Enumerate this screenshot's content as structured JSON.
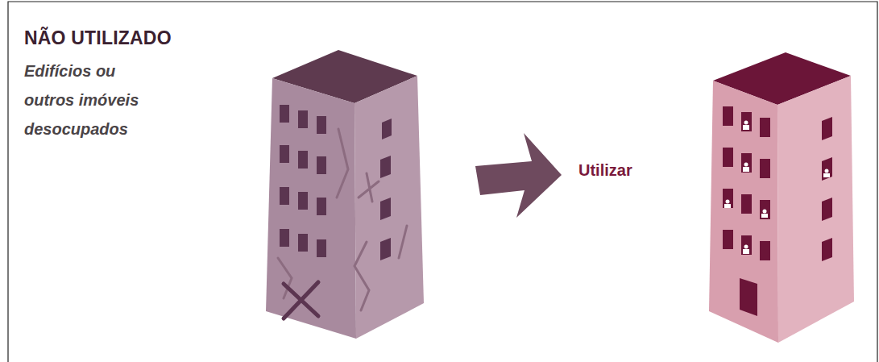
{
  "diagram": {
    "title": "NÃO UTILIZADO",
    "labels": [
      "Edifícios ou outros imóveis desocupados",
      "Utilizar"
    ]
  }
}
